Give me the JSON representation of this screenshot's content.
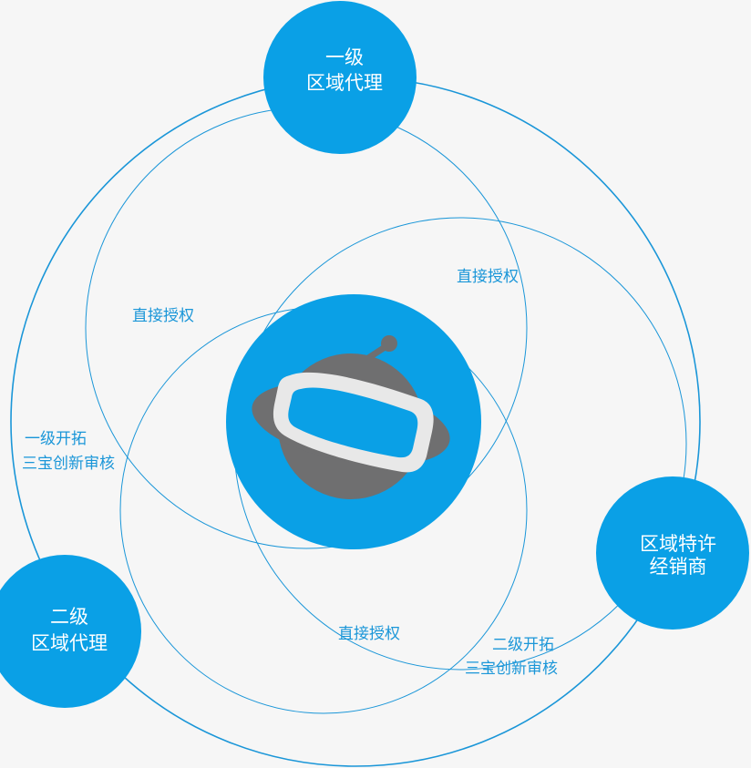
{
  "colors": {
    "primary": "#0aa0e6",
    "line": "#1a96d8",
    "logo_gray": "#6f6f70",
    "logo_light": "#e8e8e8",
    "background": "#f6f6f6"
  },
  "center": {
    "icon": "planet-robot-logo-icon"
  },
  "nodes": {
    "level1_agent": {
      "line1": "一级",
      "line2": "区域代理"
    },
    "level2_agent": {
      "line1": "二级",
      "line2": "区域代理"
    },
    "franchise_dealer": {
      "line1": "区域特许",
      "line2": "经销商"
    }
  },
  "labels": {
    "direct_auth_upper_left": "直接授权",
    "direct_auth_upper_right": "直接授权",
    "direct_auth_lower": "直接授权",
    "level1_expand_line1": "一级开拓",
    "level1_expand_line2": "三宝创新审核",
    "level2_expand_line1": "二级开拓",
    "level2_expand_line2": "三宝创新审核"
  }
}
